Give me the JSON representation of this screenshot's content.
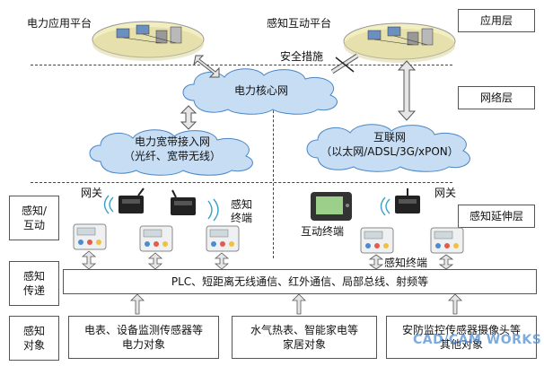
{
  "platforms": {
    "power": "电力应用平台",
    "sensing": "感知互动平台"
  },
  "layers": {
    "application": "应用层",
    "network": "网络层",
    "extension": "感知延伸层"
  },
  "security": "安全措施",
  "clouds": {
    "core": "电力核心网",
    "broadband_line1": "电力宽带接入网",
    "broadband_line2": "（光纤、宽带无线）",
    "internet_line1": "互联网",
    "internet_line2": "（以太网/ADSL/3G/xPON）"
  },
  "left_labels": {
    "interact_line1": "感知/",
    "interact_line2": "互动",
    "transfer_line1": "感知",
    "transfer_line2": "传递",
    "object_line1": "感知",
    "object_line2": "对象"
  },
  "gateway_left": "网关",
  "gateway_right": "网关",
  "terminal_left_line1": "感知",
  "terminal_left_line2": "终端",
  "interactive_terminal": "互动终端",
  "terminal_right": "感知终端",
  "transfer_bar": "PLC、短距离无线通信、红外通信、局部总线、射频等",
  "objects": {
    "power_line1": "电表、设备监测传感器等",
    "power_line2": "电力对象",
    "home_line1": "水气热表、智能家电等",
    "home_line2": "家居对象",
    "other_line1": "安防监控传感器摄像头等",
    "other_line2": "其他对象"
  },
  "watermark": "CAD/CAM WORKS",
  "colors": {
    "cloud": "#c6ddf3",
    "cloud_stroke": "#4a86c5",
    "arrow_fill": "#e6e6e6",
    "arrow_stroke": "#555555",
    "platform": "#f3eec0"
  }
}
